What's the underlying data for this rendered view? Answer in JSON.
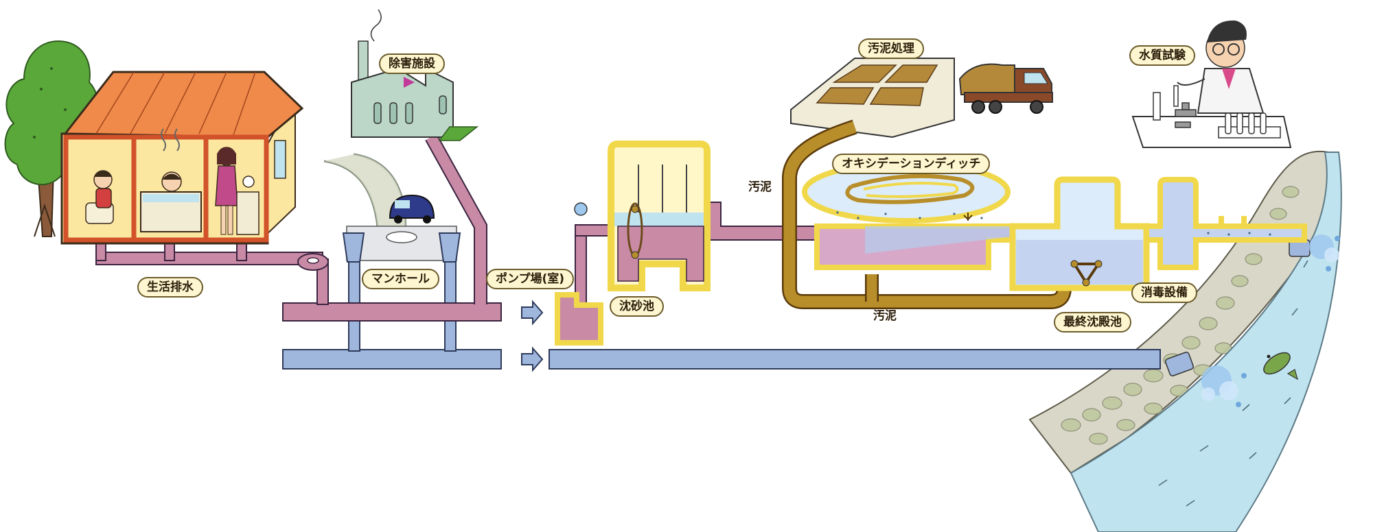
{
  "labels": {
    "domestic_wastewater": "生活排水",
    "pollution_control_facility": "除害施設",
    "manhole": "マンホール",
    "pump_station": "ポンプ場(室)",
    "grit_chamber": "沈砂池",
    "sludge_treatment": "汚泥処理",
    "oxidation_ditch": "オキシデーションディッチ",
    "final_settling_tank": "最終沈殿池",
    "disinfection": "消毒設備",
    "water_quality_test": "水質試験",
    "sludge_upper": "汚泥",
    "sludge_lower": "汚泥"
  },
  "colors": {
    "sewage_pipe": "#c98aa6",
    "storm_pipe": "#9fb6dd",
    "sludge_pipe": "#b88e2a",
    "tank_frame": "#f0d84a",
    "house_roof": "#f08a4a",
    "house_wall": "#fbe7a0",
    "tree": "#5aa83a",
    "river": "#bfe3ef",
    "stone_bank": "#d8d7c8"
  }
}
